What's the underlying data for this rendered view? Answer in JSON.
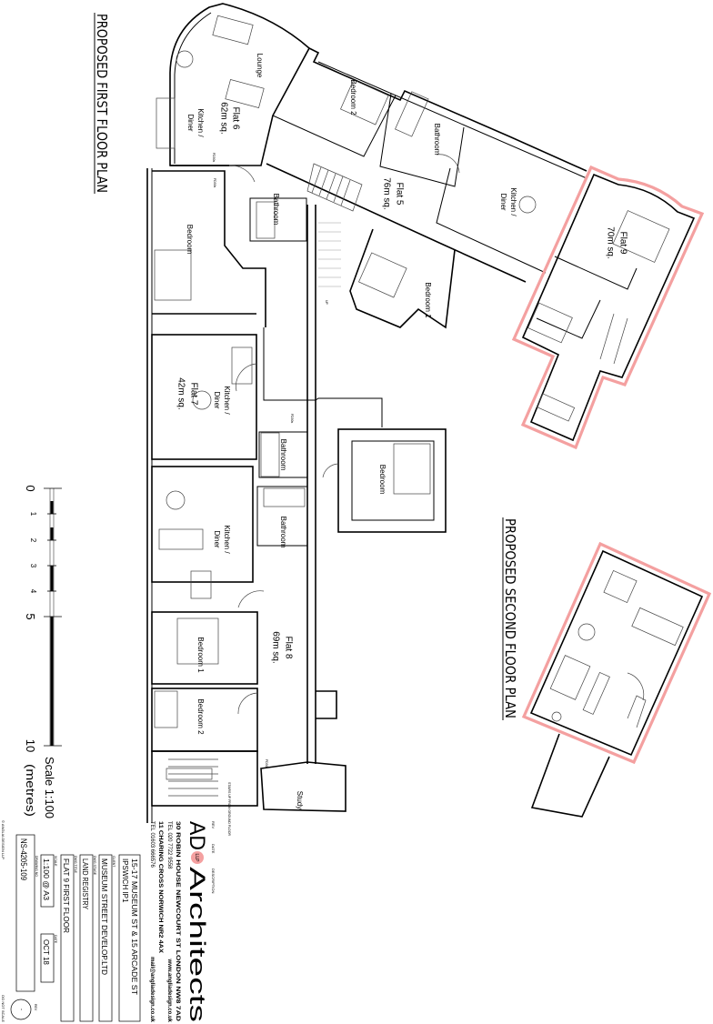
{
  "titles": {
    "first_floor": "PROPOSED FIRST FLOOR PLAN",
    "second_floor": "PROPOSED SECOND FLOOR PLAN"
  },
  "rooms": {
    "flat6_lounge": "Lounge",
    "flat6_name": "Flat 6",
    "flat6_area": "62m sq.",
    "flat6_kitchen_1": "Kitchen /",
    "flat6_kitchen_2": "Diner",
    "flat6_bedroom": "Bedroom",
    "flat6_bathroom": "Bathroom",
    "flat5_bedroom2": "Bedroom  2",
    "flat5_bathroom": "Bathroom",
    "flat5_name": "Flat 5",
    "flat5_area": "76m sq.",
    "flat5_bedroom1": "Bedroom  1",
    "flat5_kitchen_1": "Kitchen /",
    "flat5_kitchen_2": "Diner",
    "flat9_name": "Flat 9",
    "flat9_area": "70m sq.",
    "flat7_name": "Flat 7",
    "flat7_area": "42m sq.",
    "flat7_kitchen_1": "Kitchen /",
    "flat7_kitchen_2": "Diner",
    "flat7_bathroom": "Bathroom",
    "bedroom_detached": "Bedroom",
    "flat8_kitchen_1": "Kitchen /",
    "flat8_kitchen_2": "Diner",
    "flat8_bathroom": "Bathroom",
    "flat8_name": "Flat 8",
    "flat8_area": "69m sq.",
    "flat8_bedroom1": "Bedroom  1",
    "flat8_bedroom2": "Bedroom  2",
    "study": "Study",
    "stairs_note": "STAIRS UP FROM GROUND FLOOR",
    "door_fd30s": "FD30s",
    "door_fd30": "FD30",
    "up": "UP"
  },
  "scale": {
    "ticks": [
      "0",
      "1",
      "2",
      "3",
      "4",
      "5",
      "10"
    ],
    "label": "Scale  1:100",
    "unit": "(metres)"
  },
  "title_block": {
    "header_rev": "REV",
    "header_date": "DATE",
    "header_description": "DESCRIPTION",
    "logo_ad": "AD",
    "logo_llp": "LLP",
    "logo_architects": "Architects",
    "address_london": "30 ROBIN HOUSE  NEWCOURT ST  LONDON  NW8 7AD",
    "tel_london": "TEL 020 7722 9558",
    "web": "www.angliadesign.co.uk",
    "address_norwich": "11 CHARING CROSS  NORWICH  NR2 4AX",
    "tel_norwich": "TEL 01603  666576",
    "email": "mail@angliadesign.co.uk",
    "project_line1": "15-17 MUSEUM ST & 15 ARCADE ST",
    "project_line2": "IPSWICH IP1",
    "client_label": "CLIENT",
    "client": "MUSEUM STREET DEVELOP.LTD",
    "stage_label": "DWG STAGE",
    "stage": "LAND REGISTRY",
    "title_label": "DWG TITLE",
    "title": "FLAT 9 FIRST FLOOR",
    "scale_label": "SCALE",
    "scale": "1:100 @ A3",
    "date_label": "DATE",
    "date": "OCT 18",
    "drawing_no_label": "DRAWING NO",
    "drawing_no": "NS-4205-109",
    "rev_label": "REV",
    "rev": "-",
    "copyright": "© ANGLIA DESIGN LLP",
    "do_not_scale": "DO NOT SCALE"
  },
  "colors": {
    "highlight": "#f4a0a0",
    "linework": "#000000"
  }
}
